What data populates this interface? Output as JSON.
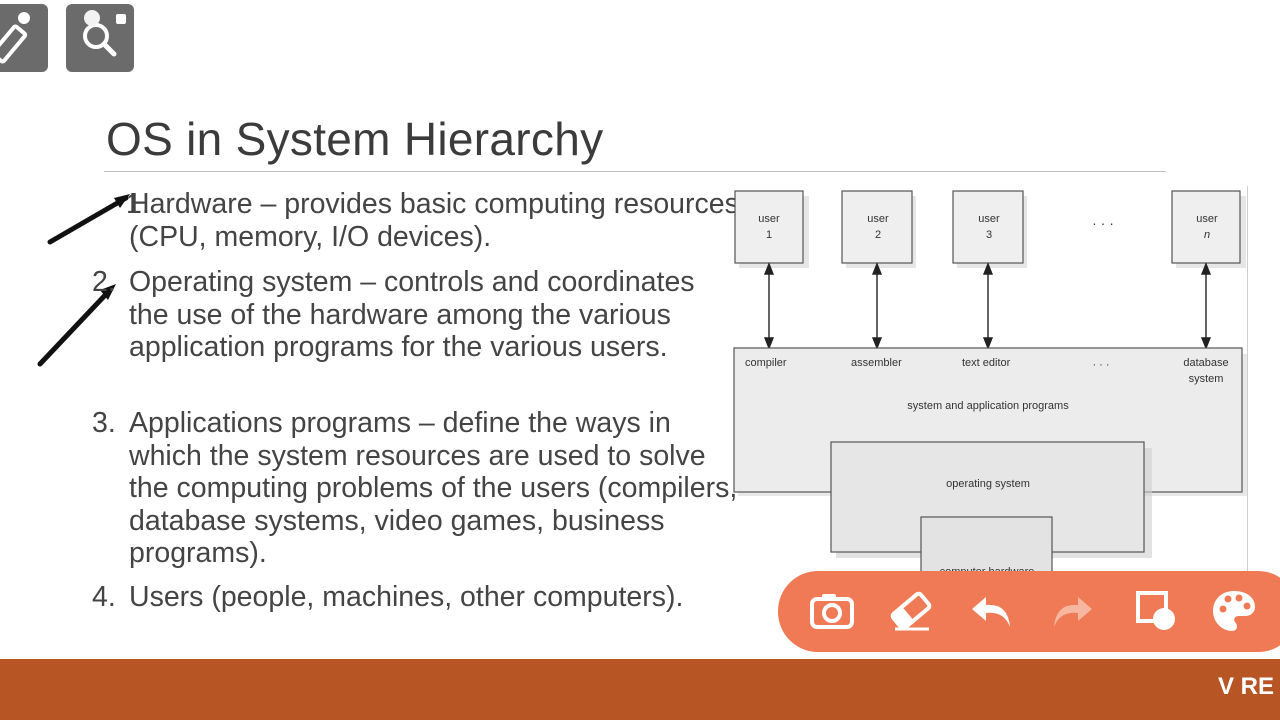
{
  "slide": {
    "title": "OS in System Hierarchy",
    "items": [
      {
        "num": "1.",
        "text": "Hardware – provides basic computing resources (CPU, memory, I/O devices)."
      },
      {
        "num": "2.",
        "text": "Operating system – controls and coordinates the use of the hardware among the various application programs for the various users."
      },
      {
        "num": "3.",
        "text": "Applications programs – define the ways in which the system resources are used to solve the computing problems of the users (compilers, database systems, video games, business programs)."
      },
      {
        "num": "4.",
        "text": "Users (people, machines, other computers)."
      }
    ]
  },
  "diagram": {
    "users": [
      {
        "line1": "user",
        "line2": "1"
      },
      {
        "line1": "user",
        "line2": "2"
      },
      {
        "line1": "user",
        "line2": "3"
      },
      {
        "line1": "user",
        "line2": "n"
      }
    ],
    "ellipsis": "· · ·",
    "programs": [
      "compiler",
      "assembler",
      "text editor",
      "· · ·",
      "database",
      "system"
    ],
    "layer_apps": "system and application programs",
    "layer_os": "operating system",
    "layer_hw": "computer hardware"
  },
  "toolbar": {
    "icons": [
      "camera-icon",
      "eraser-icon",
      "undo-icon",
      "redo-icon",
      "shape-icon",
      "palette-icon"
    ]
  },
  "footer": {
    "brand": "V RE"
  },
  "colors": {
    "toolbar": "#ef7a55",
    "footer": "#b85524",
    "tool_button": "#6b6b6b"
  }
}
